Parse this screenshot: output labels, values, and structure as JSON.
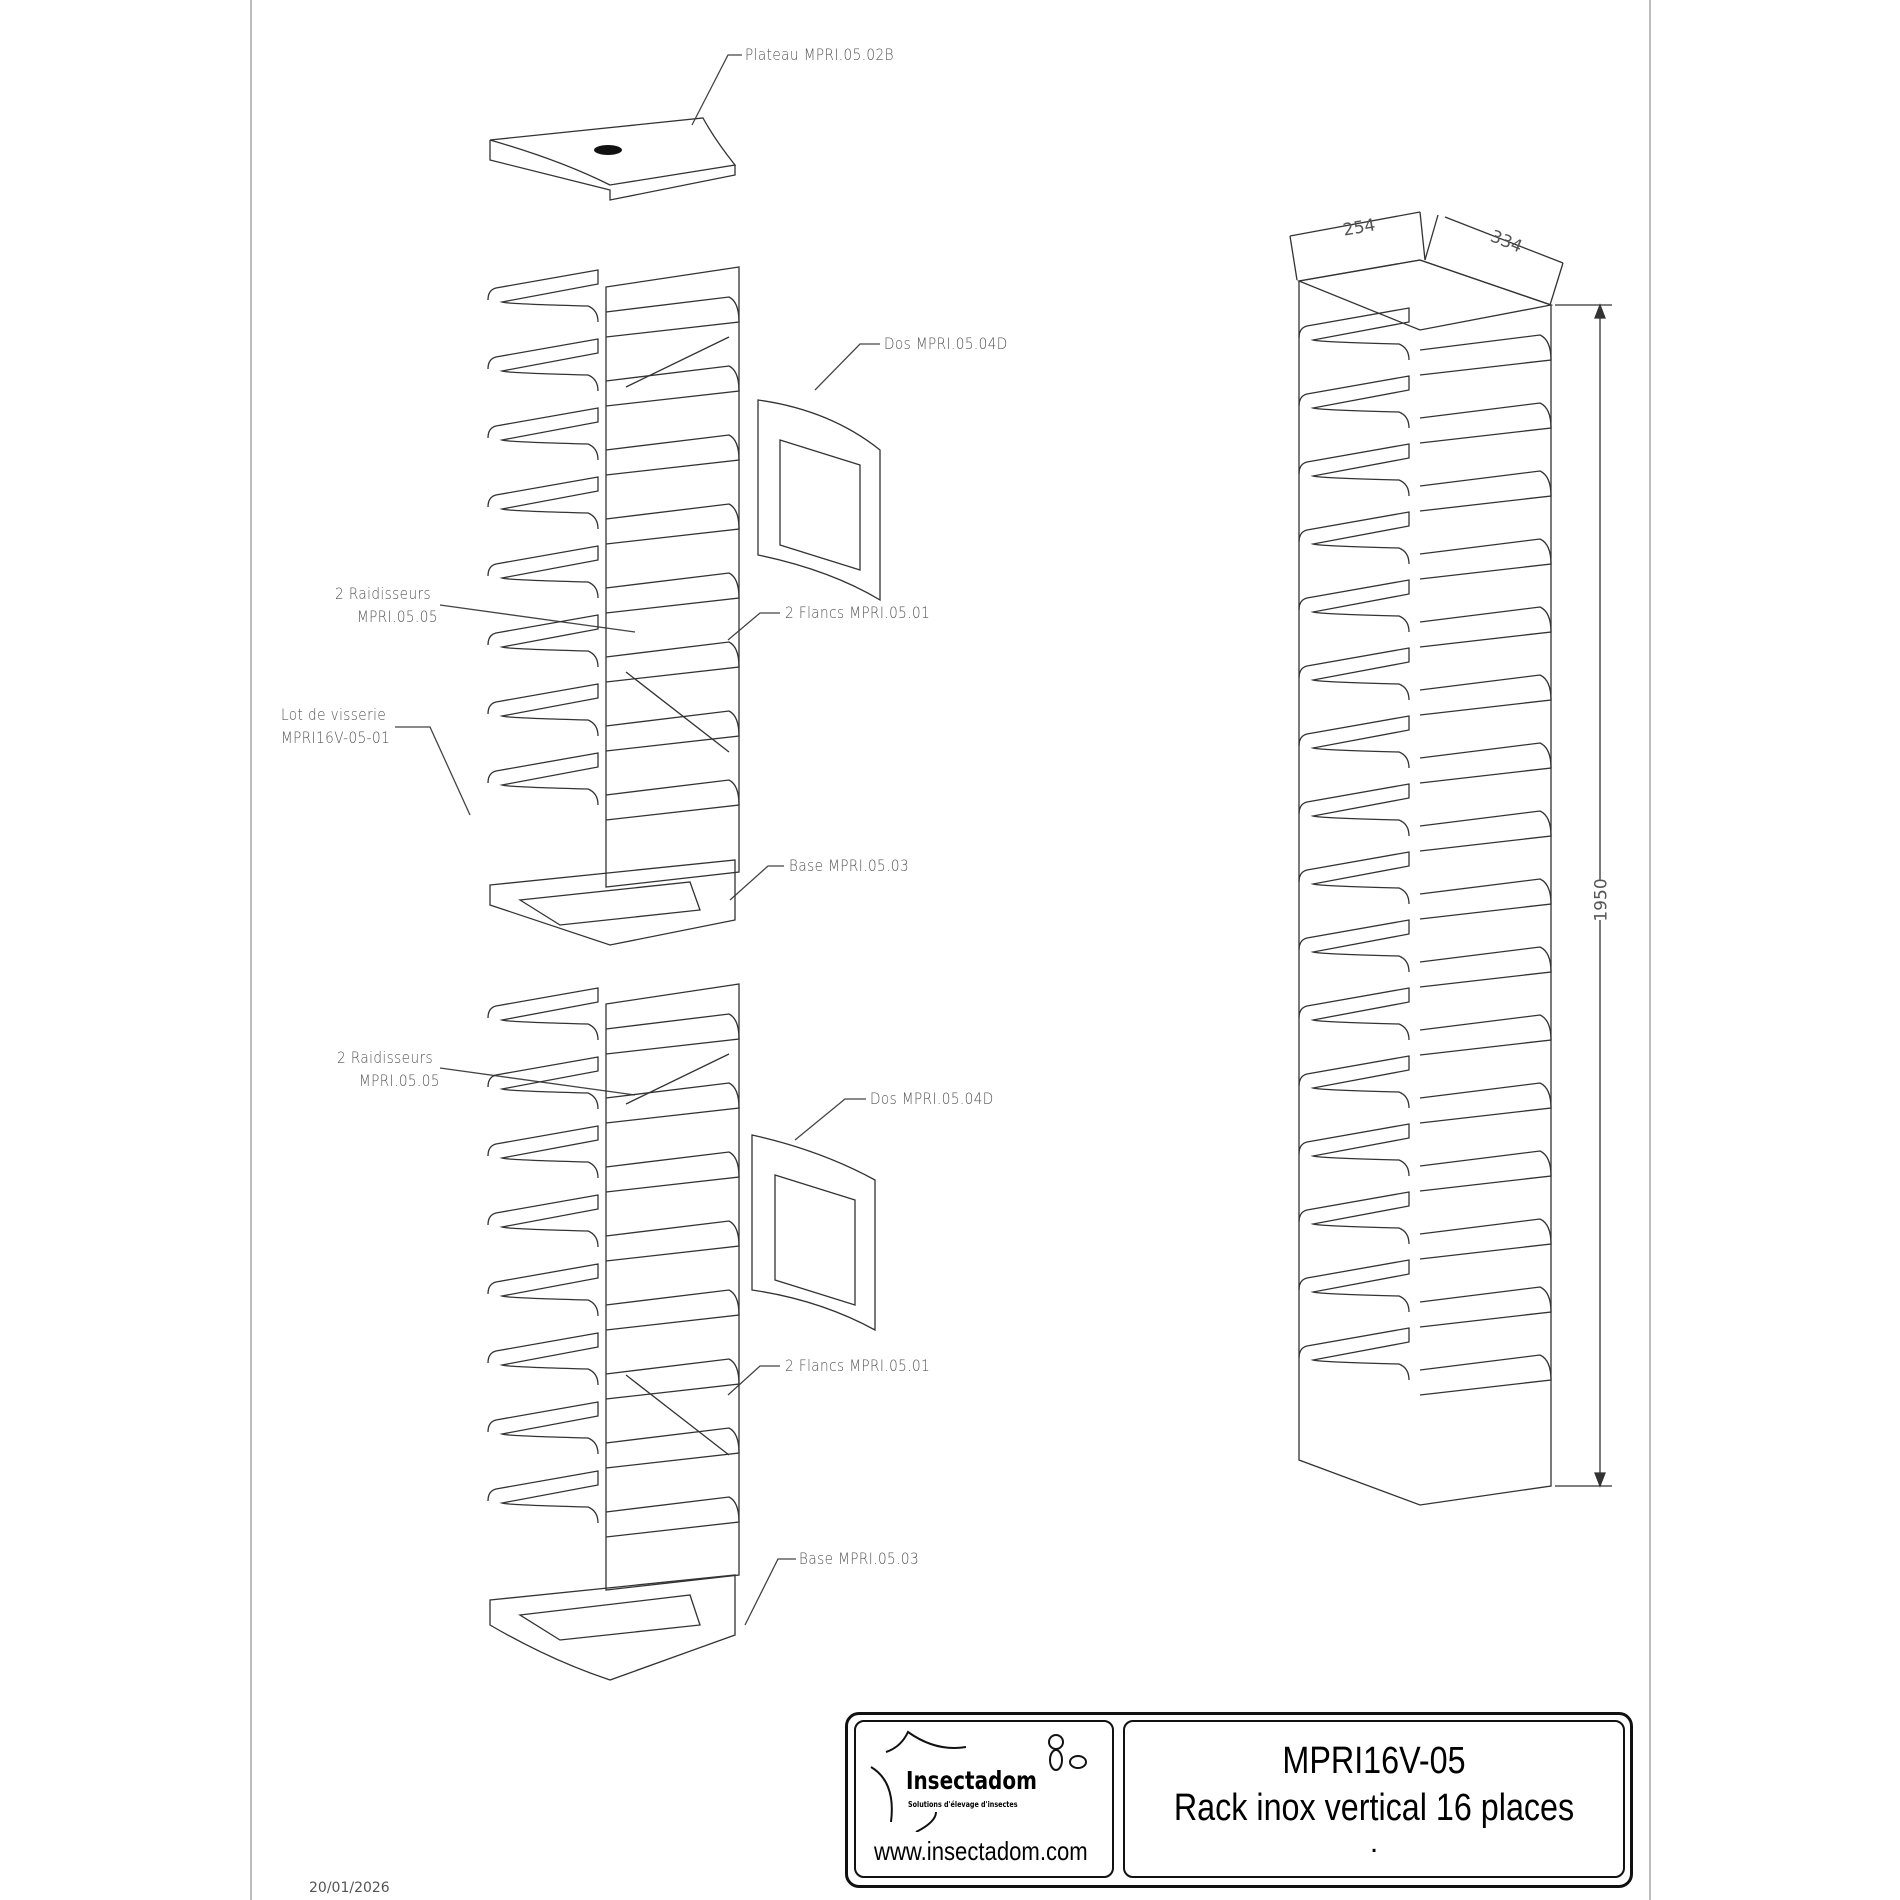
{
  "labels": {
    "plateau": "Plateau MPRI.05.02B",
    "dos_top": "Dos MPRI.05.04D",
    "raidisseurs_top_1": "2 Raidisseurs",
    "raidisseurs_top_2": "MPRI.05.05",
    "flancs_top": "2 Flancs  MPRI.05.01",
    "visserie_1": "Lot de visserie",
    "visserie_2": "MPRI16V-05-01",
    "base_top": "Base MPRI.05.03",
    "raidisseurs_bottom_1": "2 Raidisseurs",
    "raidisseurs_bottom_2": "MPRI.05.05",
    "dos_bottom": "Dos MPRI.05.04D",
    "flancs_bottom": "2 Flancs  MPRI.05.01",
    "base_bottom": "Base MPRI.05.03"
  },
  "dimensions": {
    "width": "254",
    "depth": "334",
    "height": "1950"
  },
  "title_block": {
    "brand": "Insectadom",
    "tagline": "Solutions d'élevage d'insectes",
    "url": "www.insectadom.com",
    "code": "MPRI16V-05",
    "name": "Rack inox vertical 16 places",
    "note": "."
  },
  "date": "20/01/2026",
  "line_color": "#333333"
}
